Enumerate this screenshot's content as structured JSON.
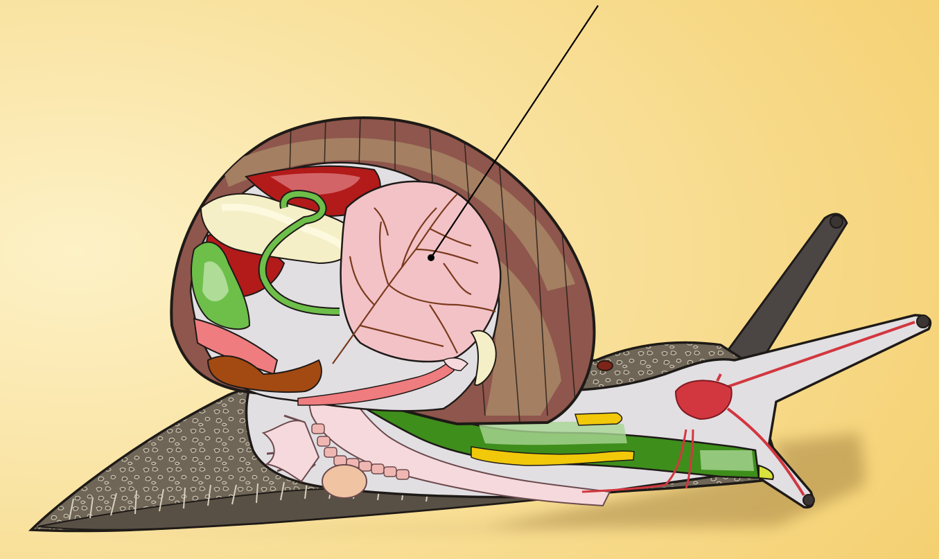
{
  "diagram": {
    "type": "anatomical-illustration",
    "subject": "snail-internal-anatomy",
    "labels": [],
    "pointer_lines": 1,
    "pointer_target": "lung-vessel-network"
  },
  "colors": {
    "background_light": "#fdf1c6",
    "background_dark": "#f4cf6e",
    "foot": "#6f6658",
    "foot_dark": "#4e4639",
    "shell": "#8e564c",
    "shell_light": "#a47f62",
    "interior": "#e2dfe3",
    "lung": "#f2c2c7",
    "vessel": "#7a3a1c",
    "digestive": "#3e8e1c",
    "digestive_light": "#a9d693",
    "hepatopancreas": "#b31a1a",
    "gland": "#a24a12",
    "reproductive": "#f6d9dc",
    "nerve": "#d2373f",
    "yellow": "#f1c80a",
    "cream": "#f5efc7",
    "tentacle": "#4b4643",
    "outline": "#1e1a17"
  }
}
